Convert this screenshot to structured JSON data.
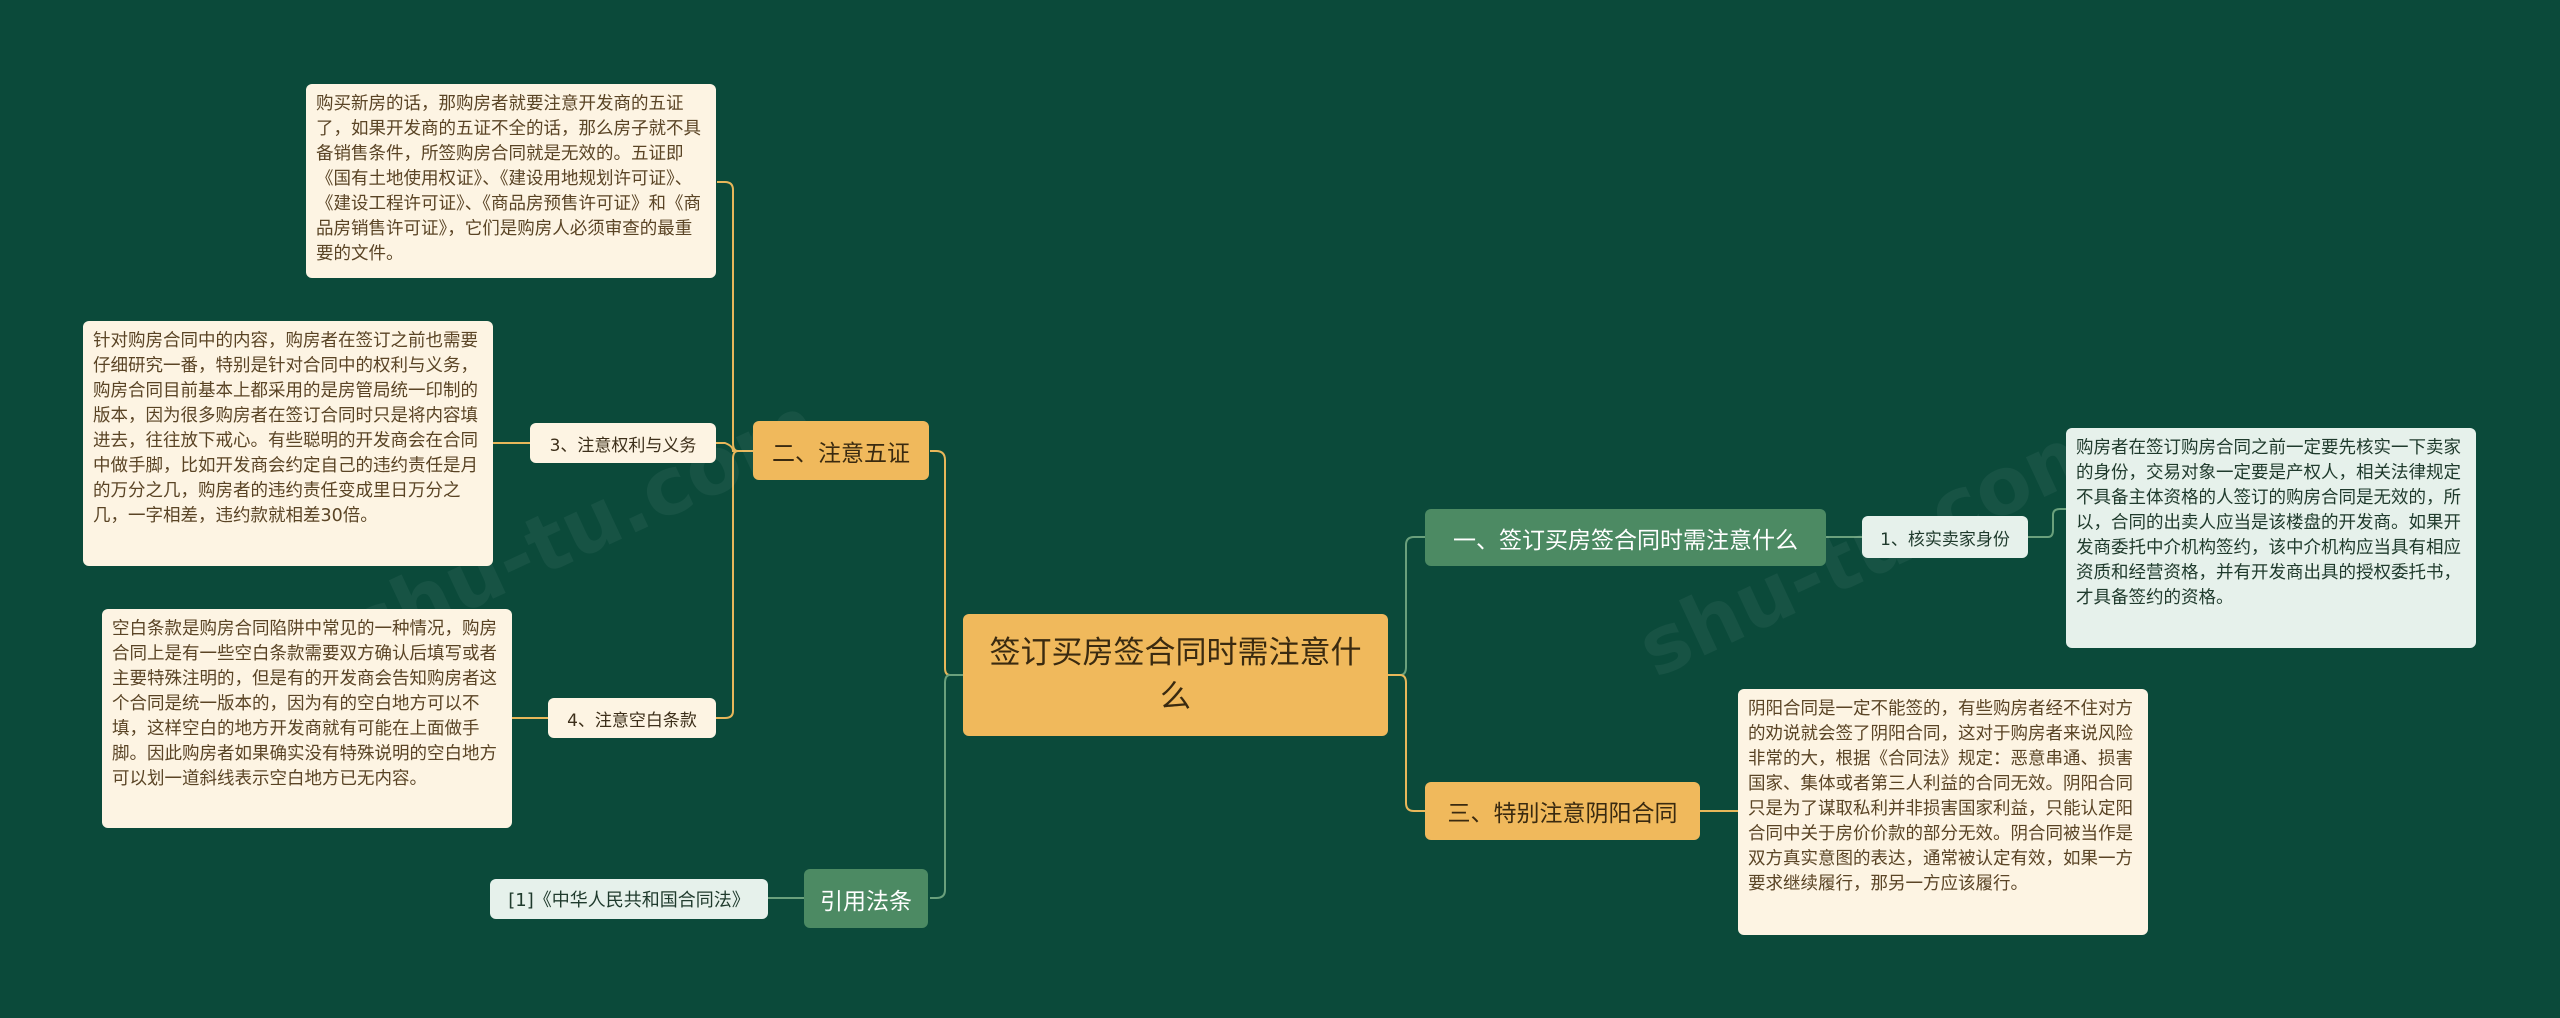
{
  "root": {
    "title": "签订买房签合同时需注意什么"
  },
  "branches": {
    "five_certs": {
      "label": "二、注意五证",
      "leaf": "购买新房的话，那购房者就要注意开发商的五证了，如果开发商的五证不全的话，那么房子就不具备销售条件，所签购房合同就是无效的。五证即《国有土地使用权证》、《建设用地规划许可证》、《建设工程许可证》、《商品房预售许可证》和《商品房销售许可证》，它们是购房人必须审查的最重要的文件。",
      "subs": [
        {
          "label": "3、注意权利与义务",
          "leaf": "针对购房合同中的内容，购房者在签订之前也需要仔细研究一番，特别是针对合同中的权利与义务，购房合同目前基本上都采用的是房管局统一印制的版本，因为很多购房者在签订合同时只是将内容填进去，往往放下戒心。有些聪明的开发商会在合同中做手脚，比如开发商会约定自己的违约责任是月的万分之几，购房者的违约责任变成里日万分之几，一字相差，违约款就相差30倍。"
        },
        {
          "label": "4、注意空白条款",
          "leaf": "空白条款是购房合同陷阱中常见的一种情况，购房合同上是有一些空白条款需要双方确认后填写或者主要特殊注明的，但是有的开发商会告知购房者这个合同是统一版本的，因为有的空白地方可以不填，这样空白的地方开发商就有可能在上面做手脚。因此购房者如果确实没有特殊说明的空白地方可以划一道斜线表示空白地方已无内容。"
        }
      ]
    },
    "law": {
      "label": "引用法条",
      "ref": "[1]《中华人民共和国合同法》"
    },
    "sign": {
      "label": "一、签订买房签合同时需注意什么",
      "sub": "1、核实卖家身份",
      "leaf": "购房者在签订购房合同之前一定要先核实一下卖家的身份，交易对象一定要是产权人，相关法律规定不具备主体资格的人签订的购房合同是无效的，所以，合同的出卖人应当是该楼盘的开发商。如果开发商委托中介机构签约，该中介机构应当具有相应资质和经营资格，并有开发商出具的授权委托书，才具备签约的资格。"
    },
    "yinyang": {
      "label": "三、特别注意阴阳合同",
      "leaf": "阴阳合同是一定不能签的，有些购房者经不住对方的劝说就会签了阴阳合同，这对于购房者来说风险非常的大，根据《合同法》规定：恶意串通、损害国家、集体或者第三人利益的合同无效。阴阳合同只是为了谋取私利并非损害国家利益，只能认定阳合同中关于房价价款的部分无效。阴合同被当作是双方真实意图的表达，通常被认定有效，如果一方要求继续履行，那另一方应该履行。"
    }
  },
  "colors": {
    "background": "#0b4a3a",
    "orange_branch": "#f0b95c",
    "green_branch": "#4c8a63",
    "line_orange": "#e8b75a",
    "line_green": "#6aa07c"
  }
}
